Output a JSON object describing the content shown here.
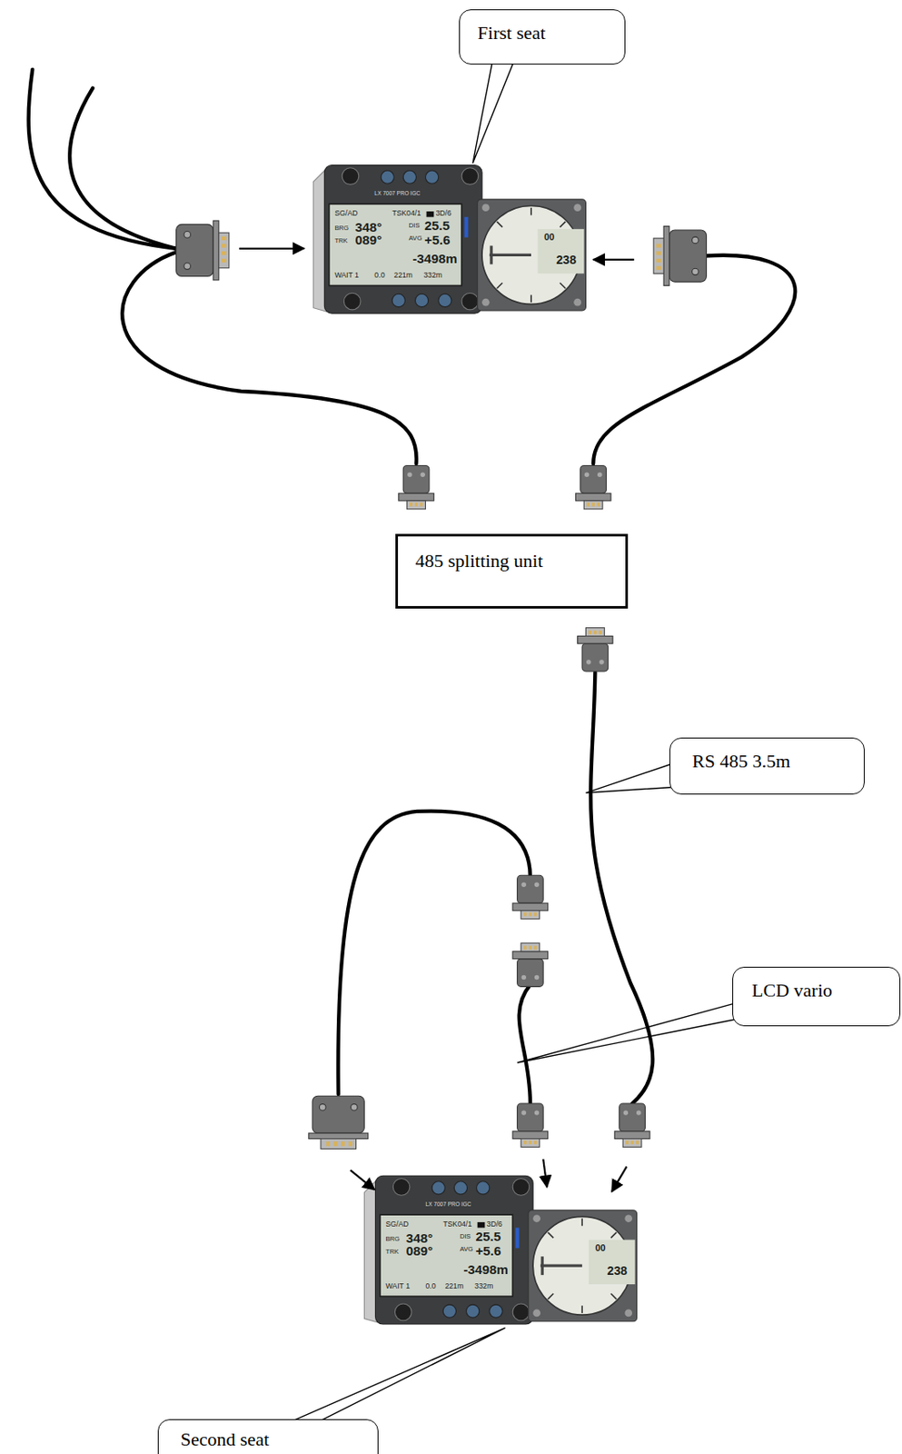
{
  "diagram": {
    "nodes": [
      {
        "text": [
          "First seat"
        ]
      },
      {
        "text": [
          "485 splitting unit"
        ]
      },
      {
        "text": [
          "RS 485 3.5m"
        ]
      },
      {
        "text": [
          "LCD vario"
        ]
      },
      {
        "text": [
          "Second seat"
        ]
      }
    ],
    "labels": [
      "LX 7007 PRO IGC",
      "SG/AD",
      "TSK04/1",
      "3D/6",
      "BRG",
      "348°",
      "DIS",
      "25.5",
      "TRK",
      "089°",
      "AVG",
      "+5.6",
      "-3498m",
      "WAIT 1",
      "0.0",
      "221m",
      "332m",
      "00",
      "238",
      "LX 7007 PRO IGC",
      "SG/AD",
      "TSK04/1",
      "3D/6",
      "BRG",
      "348°",
      "DIS",
      "25.5",
      "TRK",
      "089°",
      "AVG",
      "+5.6",
      "-3498m",
      "WAIT 1",
      "0.0",
      "221m",
      "332m",
      "00",
      "238"
    ]
  }
}
